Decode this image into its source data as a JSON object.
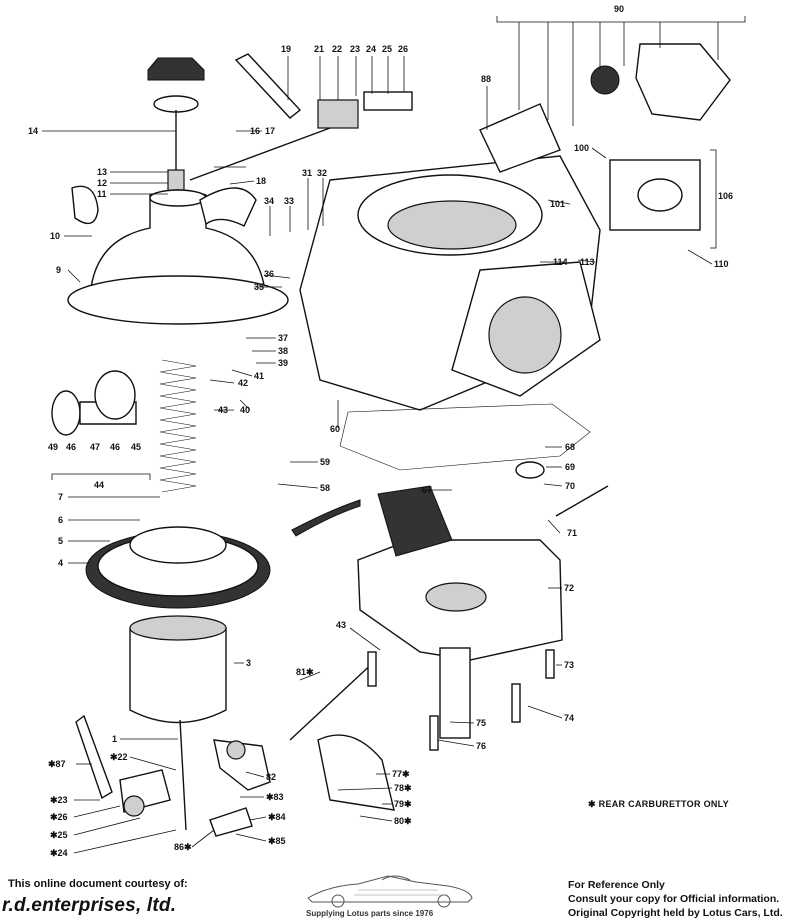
{
  "callouts": {
    "c1": "1",
    "c3": "3",
    "c4": "4",
    "c5": "5",
    "c6": "6",
    "c7": "7",
    "c9": "9",
    "c10": "10",
    "c11": "11",
    "c12": "12",
    "c13": "13",
    "c14": "14",
    "c16": "16",
    "c17": "17",
    "c18": "18",
    "c19": "19",
    "c21": "21",
    "c22": "22",
    "c23": "23",
    "c24": "24",
    "c25": "25",
    "c26": "26",
    "c31": "31",
    "c32": "32",
    "c33": "33",
    "c34": "34",
    "c35": "35",
    "c36": "36",
    "c37": "37",
    "c38": "38",
    "c39": "39",
    "c40": "40",
    "c41": "41",
    "c42": "42",
    "c43a": "43",
    "c43b": "43",
    "c44": "44",
    "c45": "45",
    "c46a": "46",
    "c46b": "46",
    "c47": "47",
    "c49": "49",
    "c58": "58",
    "c59": "59",
    "c60": "60",
    "c67": "67",
    "c68": "68",
    "c69": "69",
    "c70": "70",
    "c71": "71",
    "c72": "72",
    "c73": "73",
    "c74": "74",
    "c75": "75",
    "c76": "76",
    "c77": "77✱",
    "c78": "78✱",
    "c79": "79✱",
    "c80": "80✱",
    "c81": "81✱",
    "c82": "82",
    "c83": "✱83",
    "c84": "✱84",
    "c85": "✱85",
    "c86": "86✱",
    "c87": "✱87",
    "c88": "88",
    "c90": "90",
    "c100": "100",
    "c101": "101",
    "c106": "106",
    "c110": "110",
    "c113": "113",
    "c114": "114",
    "cl22": "✱22",
    "cl23": "✱23",
    "cl24": "✱24",
    "cl25": "✱25",
    "cl26": "✱26"
  },
  "notes": {
    "rear_only": "✱ REAR CARBURETTOR ONLY"
  },
  "footer": {
    "courtesy": "This online document courtesy of:",
    "brand": "r.d.enterprises, ltd.",
    "tagline": "Supplying Lotus parts since 1976",
    "ref_line1": "For Reference Only",
    "ref_line2": "Consult your copy for Official information.",
    "ref_line3": "Original Copyright held by Lotus Cars, Ltd."
  }
}
